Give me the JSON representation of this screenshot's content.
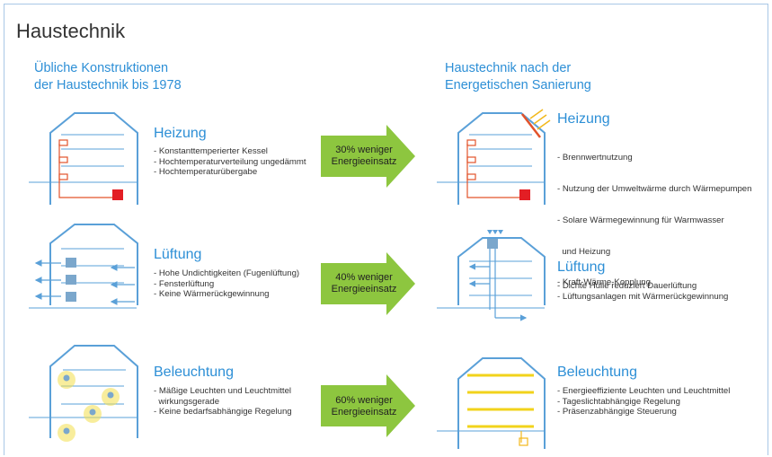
{
  "title": "Haustechnik",
  "left_header": [
    "Übliche Konstruktionen",
    "der Haustechnik bis 1978"
  ],
  "right_header": [
    "Haustechnik nach der",
    "Energetischen Sanierung"
  ],
  "colors": {
    "blue": "#2d8fd6",
    "house": "#5aa0d8",
    "green": "#8dc63f",
    "heater": "#e2532b",
    "red": "#e31e24",
    "lamp": "#f4e04d",
    "yellow": "#f2d31b",
    "duct": "#7ba7cc"
  },
  "rows": [
    {
      "arrow": [
        "30% weniger",
        "Energieeinsatz"
      ],
      "left": {
        "title": "Heizung",
        "items": [
          "- Konstanttemperierter Kessel",
          "- Hochtemperaturverteilung ungedämmt",
          "- Hochtemperaturübergabe"
        ]
      },
      "right": {
        "title": "Heizung",
        "items": [
          "- Brennwertnutzung",
          "- Nutzung der Umweltwärme durch Wärmepumpen",
          "- Solare Wärmegewinnung für Warmwasser",
          "  und Heizung",
          "- Kraft-Wärme-Kopplung"
        ]
      }
    },
    {
      "arrow": [
        "40% weniger",
        "Energieeinsatz"
      ],
      "left": {
        "title": "Lüftung",
        "items": [
          "- Hohe Undichtigkeiten (Fugenlüftung)",
          "- Fensterlüftung",
          "- Keine Wärmerückgewinnung"
        ]
      },
      "right": {
        "title": "Lüftung",
        "items": [
          "- Dichte Hülle reduziert Dauerlüftung",
          "- Lüftungsanlagen mit Wärmerückgewinnung"
        ]
      }
    },
    {
      "arrow": [
        "60% weniger",
        "Energieeinsatz"
      ],
      "left": {
        "title": "Beleuchtung",
        "items": [
          "- Mäßige Leuchten und Leuchtmittel",
          "  wirkungsgerade",
          "- Keine bedarfsabhängige Regelung"
        ]
      },
      "right": {
        "title": "Beleuchtung",
        "items": [
          "- Energieeffiziente Leuchten und Leuchtmittel",
          "- Tageslichtabhängige Regelung",
          "- Präsenzabhängige Steuerung"
        ]
      }
    }
  ]
}
